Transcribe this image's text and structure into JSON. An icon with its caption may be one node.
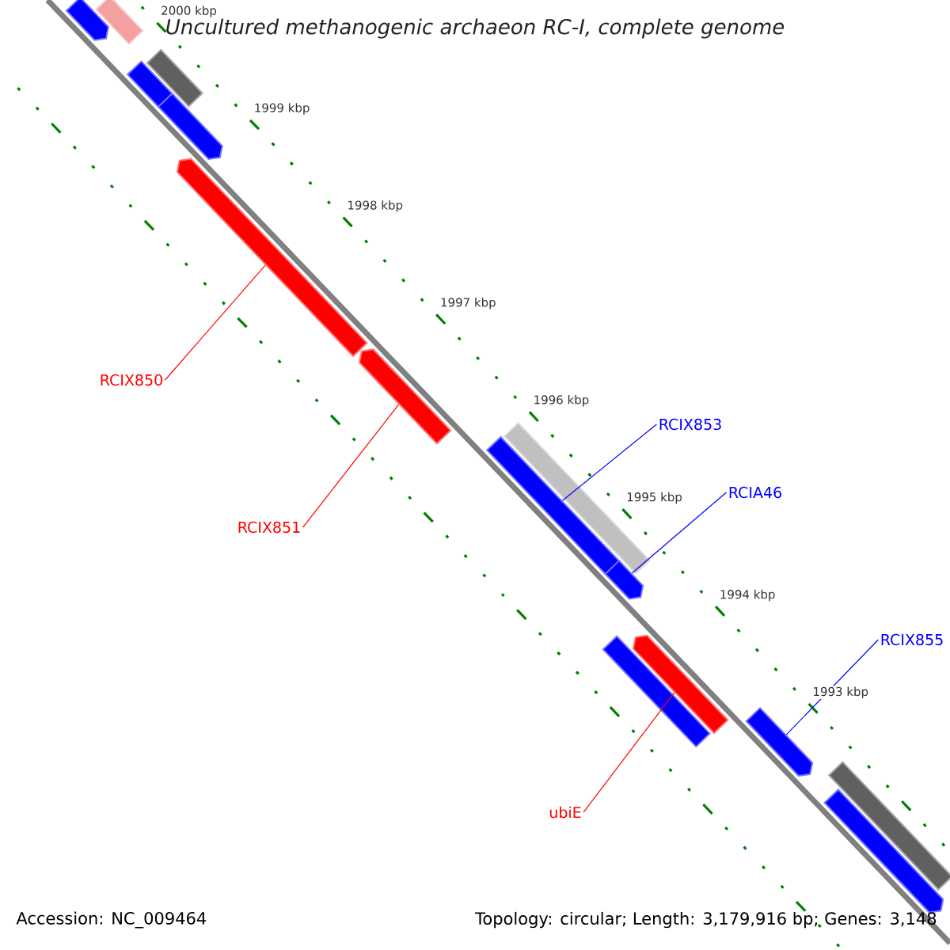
{
  "diagram": {
    "title": "Uncultured methanogenic archaeon RC-I, complete genome",
    "nodes": [
      {
        "text": [],
        "shape": "arrow"
      },
      {
        "text": [],
        "shape": "box"
      },
      {
        "text": [],
        "shape": "box"
      },
      {
        "text": [],
        "shape": "arrow"
      },
      {
        "text": [],
        "shape": "arrow"
      },
      {
        "text": [],
        "shape": "arrow"
      },
      {
        "text": [],
        "shape": "arrow"
      },
      {
        "text": [],
        "shape": "box"
      },
      {
        "text": [],
        "shape": "arrow"
      },
      {
        "text": [],
        "shape": "arrow"
      },
      {
        "text": [],
        "shape": "arrow"
      },
      {
        "text": [],
        "shape": "box"
      },
      {
        "text": [],
        "shape": "arrow"
      },
      {
        "text": [],
        "shape": "box"
      },
      {
        "text": [],
        "shape": "arrow"
      },
      {
        "text": [
          "RCIX850"
        ]
      },
      {
        "text": [
          "RCIX851"
        ]
      },
      {
        "text": [
          "RCIX853"
        ]
      },
      {
        "text": [
          "RCIA46"
        ]
      },
      {
        "text": [
          "RCIX855"
        ]
      },
      {
        "text": [
          "ubiE"
        ]
      }
    ],
    "edges": [
      {
        "from": 15,
        "to": 5,
        "arrow": "none",
        "color": "#ff0000"
      },
      {
        "from": 16,
        "to": 6,
        "arrow": "none",
        "color": "#ff0000"
      },
      {
        "from": 17,
        "to": 8,
        "arrow": "none",
        "color": "#0000ff"
      },
      {
        "from": 18,
        "to": 9,
        "arrow": "none",
        "color": "#0000ff"
      },
      {
        "from": 19,
        "to": 12,
        "arrow": "none",
        "color": "#0000ff"
      },
      {
        "from": 20,
        "to": 10,
        "arrow": "none",
        "color": "#ff0000"
      }
    ],
    "labels": [
      "2000 kbp",
      "1999 kbp",
      "1998 kbp",
      "1997 kbp",
      "1996 kbp",
      "1995 kbp",
      "1994 kbp",
      "1993 kbp",
      "Accession: NC_009464",
      "Topology: circular; Length: 3,179,916 bp; Genes: 3,148"
    ]
  }
}
